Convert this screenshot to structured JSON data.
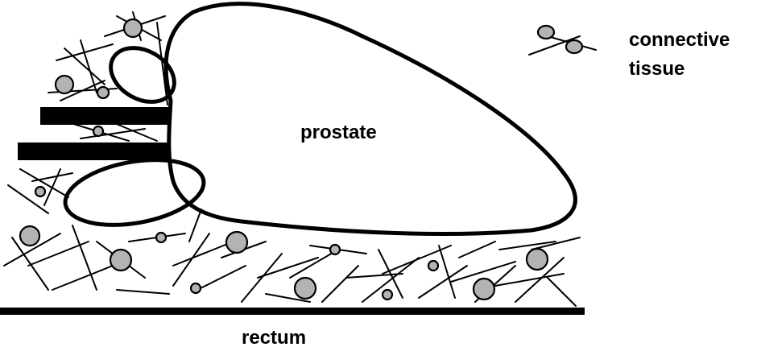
{
  "labels": {
    "prostate": "prostate",
    "connective_line1": "connective",
    "connective_line2": "tissue",
    "rectum": "rectum"
  },
  "colors": {
    "ink": "#000000",
    "cell_fill": "#b3b3b3",
    "background": "#ffffff"
  }
}
